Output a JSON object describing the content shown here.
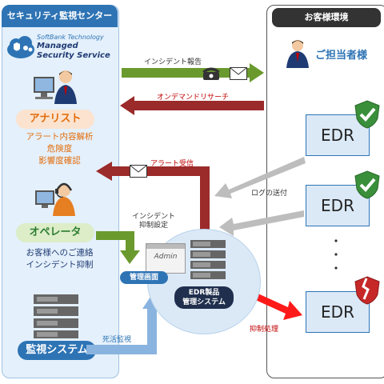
{
  "soc": {
    "title": "セキュリティ監視センター",
    "logo": {
      "line1": "SoftBank Technology",
      "line2": "Managed",
      "line3": "Security Service"
    },
    "analyst": {
      "label": "アナリスト",
      "tasks": [
        "アラート内容解析",
        "危険度",
        "影響度確認"
      ]
    },
    "operator": {
      "label": "オペレータ",
      "tasks": [
        "お客様へのご連絡",
        "インシデント抑制"
      ]
    },
    "monitoring": {
      "label": "監視システム"
    }
  },
  "customer": {
    "title": "お客様環境",
    "contact": "ご担当者様",
    "edr_items": [
      {
        "label": "EDR",
        "status": "ok"
      },
      {
        "label": "EDR",
        "status": "ok"
      },
      {
        "label": "EDR",
        "status": "alert"
      }
    ]
  },
  "flows": {
    "incident_report": "インシデント報告",
    "on_demand": "オンデマンドリサーチ",
    "alert_receive": "アラート受信",
    "log_send": "ログの送付",
    "incident_suppress": [
      "インシデント",
      "抑制設定"
    ],
    "suppress_process": "抑制処理",
    "life_monitor": "死活監視"
  },
  "center": {
    "admin": "Admin",
    "mgmt_screen": "管理画面",
    "edr_mgmt": [
      "EDR製品",
      "管理システム"
    ]
  },
  "colors": {
    "soc_blue": "#2e74b5",
    "green_arrow": "#6a9a2e",
    "dark_red_arrow": "#9b2a2a",
    "red_arrow": "#ff1a1a",
    "gray_arrow": "#bdbdbd",
    "light_blue_arrow": "#8ab4e0"
  }
}
